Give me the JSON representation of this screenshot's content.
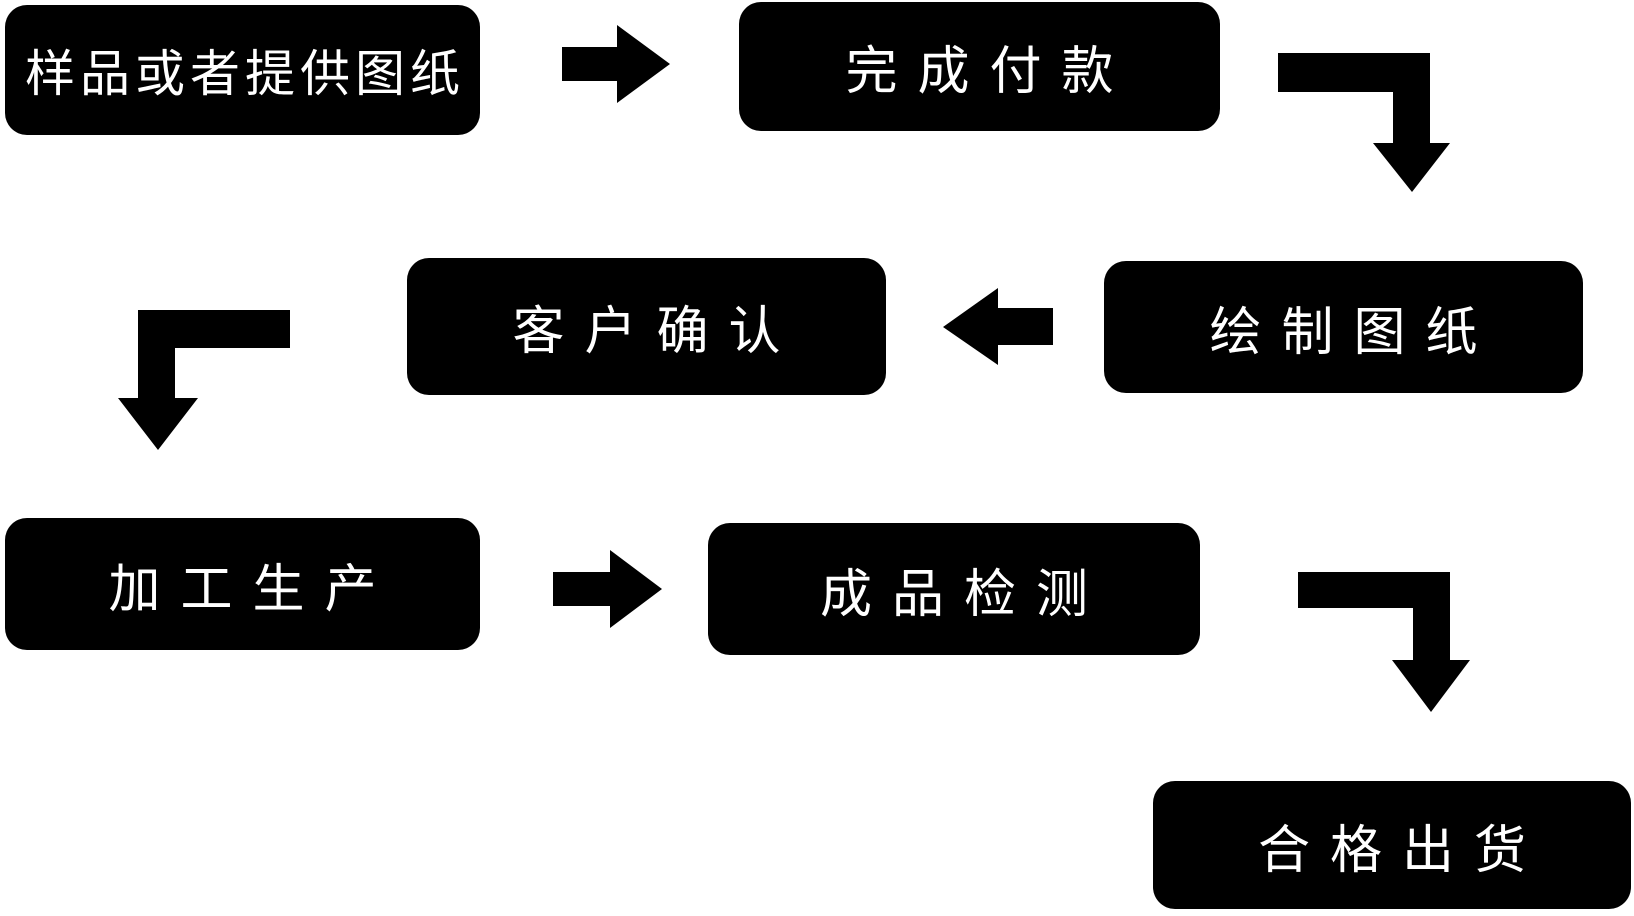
{
  "diagram": {
    "type": "flowchart",
    "background_color": "#ffffff",
    "node_fill_color": "#000000",
    "node_text_color": "#ffffff",
    "arrow_color": "#000000",
    "nodes": [
      {
        "label": "样品或者提供图纸"
      },
      {
        "label": "完成付款"
      },
      {
        "label": "绘制图纸"
      },
      {
        "label": "客户确认"
      },
      {
        "label": "加工生产"
      },
      {
        "label": "成品检测"
      },
      {
        "label": "合格出货"
      }
    ],
    "arrows": [
      {
        "from": "样品或者提供图纸",
        "to": "完成付款",
        "direction": "right"
      },
      {
        "from": "完成付款",
        "to": "绘制图纸",
        "direction": "down-right-elbow"
      },
      {
        "from": "绘制图纸",
        "to": "客户确认",
        "direction": "left"
      },
      {
        "from": "客户确认",
        "to": "加工生产",
        "direction": "down-left-elbow"
      },
      {
        "from": "加工生产",
        "to": "成品检测",
        "direction": "right"
      },
      {
        "from": "成品检测",
        "to": "合格出货",
        "direction": "down-right-elbow"
      }
    ]
  }
}
